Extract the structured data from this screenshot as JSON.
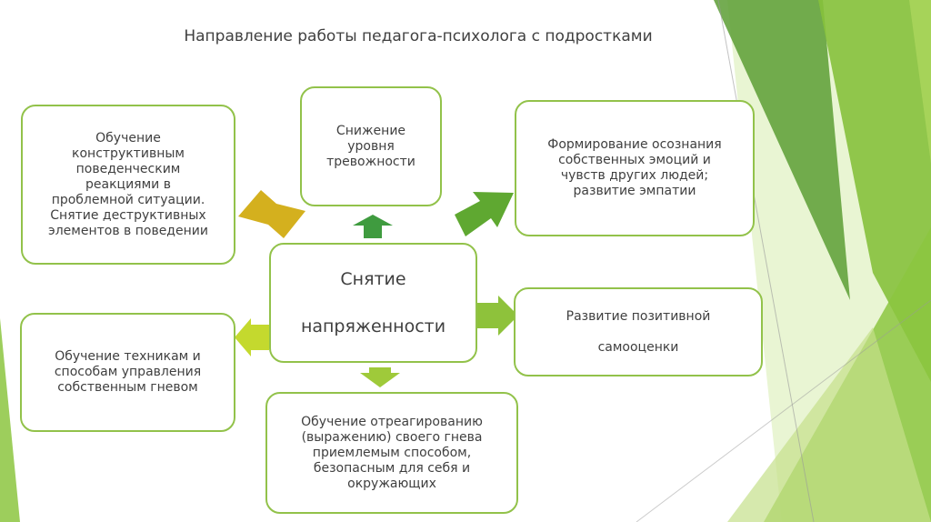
{
  "title": "Направление работы педагога-психолога с подростками",
  "center": "Снятие\n\nнапряженности",
  "boxes": {
    "top_left": "Обучение\nконструктивным\nповеденческим\nреакциями в\nпроблемной ситуации.\nСнятие деструктивных\nэлементов в поведении",
    "top_center": "Снижение\nуровня\nтревожности",
    "top_right": "Формирование осознания\nсобственных эмоций и\nчувств других людей;\nразвитие эмпатии",
    "mid_right": "Развитие позитивной\n\nсамооценки",
    "mid_left": "Обучение техникам и\nспособам управления\nсобственным гневом",
    "bottom_center": "Обучение отреагированию\n(выражению) своего гнева\nприемлемым способом,\nбезопасным для себя и\nокружающих"
  },
  "colors": {
    "box_border": "#92c24a",
    "arrow_top_left": "#d4b01e",
    "arrow_up": "#3f9b3f",
    "arrow_top_right": "#5fa831",
    "arrow_right": "#8ec23b",
    "arrow_left": "#c4d92e",
    "arrow_down": "#9fca3a",
    "deco_dark": "#5c9e34",
    "deco_mid": "#8cc63f",
    "deco_light": "#c5e08a"
  }
}
